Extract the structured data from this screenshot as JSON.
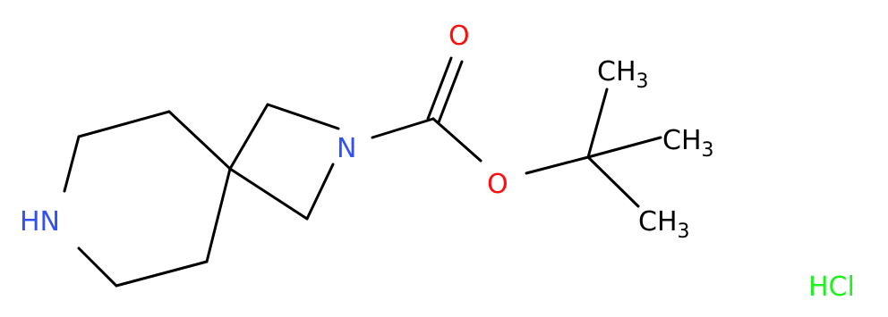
{
  "structure": {
    "atoms": {
      "carbonyl_oxygen": "O",
      "ester_oxygen": "O",
      "azetidine_nitrogen": "N",
      "piperidine_nh": "HN",
      "methyl_top_main": "CH",
      "methyl_top_sub": "3",
      "methyl_right_main": "CH",
      "methyl_right_sub": "3",
      "methyl_bottom_main": "CH",
      "methyl_bottom_sub": "3"
    },
    "salt": "HCl"
  },
  "colors": {
    "bond": "#000000",
    "carbon": "#000000",
    "nitrogen": "#3050f8",
    "oxygen": "#ff0d0d",
    "chlorine": "#1ff01f"
  }
}
